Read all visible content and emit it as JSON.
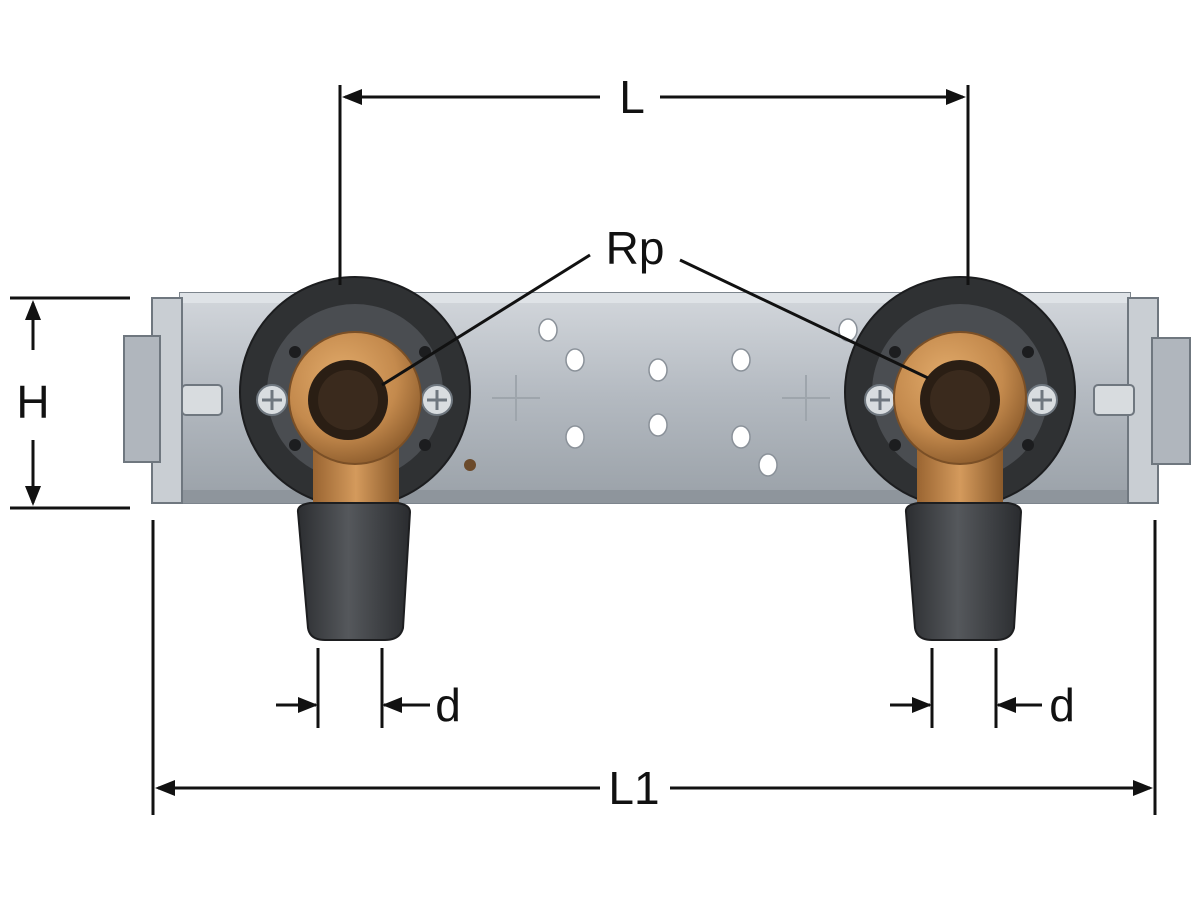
{
  "labels": {
    "length": "L",
    "thread": "Rp",
    "height": "H",
    "diameter_left": "d",
    "diameter_right": "d",
    "total_length": "L1"
  },
  "colors": {
    "dimension_line": "#111111",
    "rail": "#b9bfc6",
    "rail_edge": "#7d858d",
    "brass": "#c48a4d",
    "brass_dark": "#8a5a2b",
    "rubber": "#3b3d40",
    "plate": "#2f3133"
  }
}
